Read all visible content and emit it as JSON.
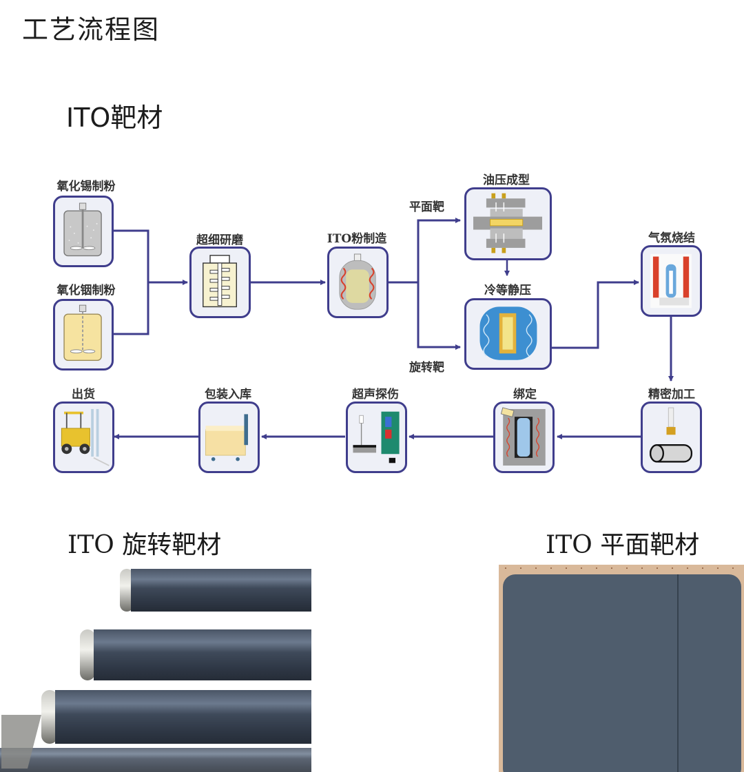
{
  "page": {
    "title": "工艺流程图",
    "section_title": "ITO靶材"
  },
  "flow": {
    "steps": [
      {
        "id": "tin-oxide-powder",
        "label": "氧化锡制粉",
        "icon": "stirred-tank-gray-icon"
      },
      {
        "id": "indium-oxide-powder",
        "label": "氧化铟制粉",
        "icon": "stirred-tank-yellow-icon"
      },
      {
        "id": "ultrafine-grinding",
        "label": "超细研磨",
        "icon": "grinding-mill-icon"
      },
      {
        "id": "ito-powder-making",
        "label": "ITO粉制造",
        "icon": "heated-reactor-icon"
      },
      {
        "id": "hydraulic-forming",
        "label": "油压成型",
        "icon": "hydraulic-press-icon"
      },
      {
        "id": "cold-isostatic-pressing",
        "label": "冷等静压",
        "icon": "isostatic-press-icon"
      },
      {
        "id": "atmosphere-sintering",
        "label": "气氛烧结",
        "icon": "sintering-furnace-icon"
      },
      {
        "id": "precision-machining",
        "label": "精密加工",
        "icon": "machining-cylinder-icon"
      },
      {
        "id": "bonding",
        "label": "绑定",
        "icon": "bonding-tube-icon"
      },
      {
        "id": "ultrasonic-inspection",
        "label": "超声探伤",
        "icon": "ultrasonic-tester-icon"
      },
      {
        "id": "packaging-storage",
        "label": "包装入库",
        "icon": "packing-crate-icon"
      },
      {
        "id": "shipping",
        "label": "出货",
        "icon": "forklift-icon"
      }
    ],
    "branches": {
      "planar": "平面靶",
      "rotary": "旋转靶"
    },
    "colors": {
      "connector": "#3f3d8c",
      "box_border": "#3f3d8c",
      "box_fill": "#eef0f7",
      "heater_red": "#d9412b",
      "powder_yellow": "#f6e3a0",
      "water_blue": "#3d8fd1"
    }
  },
  "photos": {
    "rotary_title": "ITO 旋转靶材",
    "planar_title": "ITO 平面靶材"
  }
}
